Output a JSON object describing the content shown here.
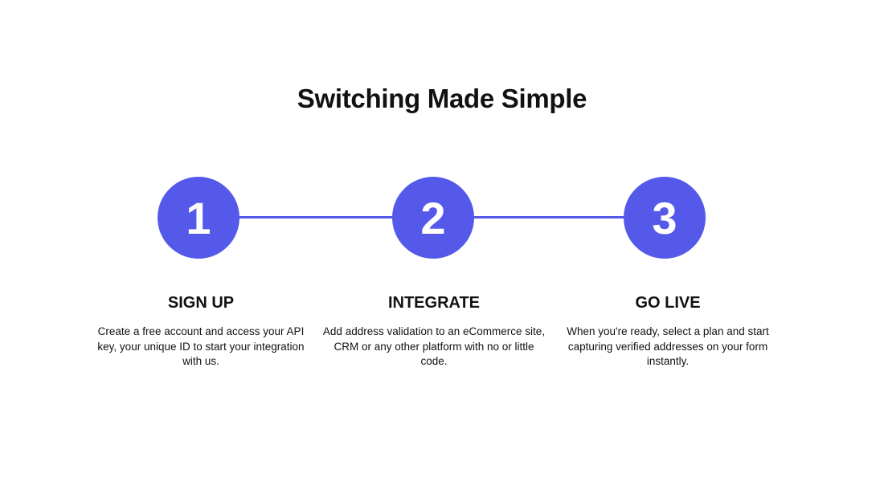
{
  "title": "Switching Made Simple",
  "colors": {
    "accent": "#5559EA",
    "text": "#111111",
    "background": "#FFFFFF"
  },
  "steps": [
    {
      "number": "1",
      "heading": "SIGN UP",
      "description": "Create a free account and access your API key, your unique ID to start your integration with us."
    },
    {
      "number": "2",
      "heading": "INTEGRATE",
      "description": "Add address validation to an eCommerce site, CRM or any other platform with no or little code."
    },
    {
      "number": "3",
      "heading": "GO LIVE",
      "description": "When you're ready, select a plan and start capturing verified addresses on your form instantly."
    }
  ]
}
